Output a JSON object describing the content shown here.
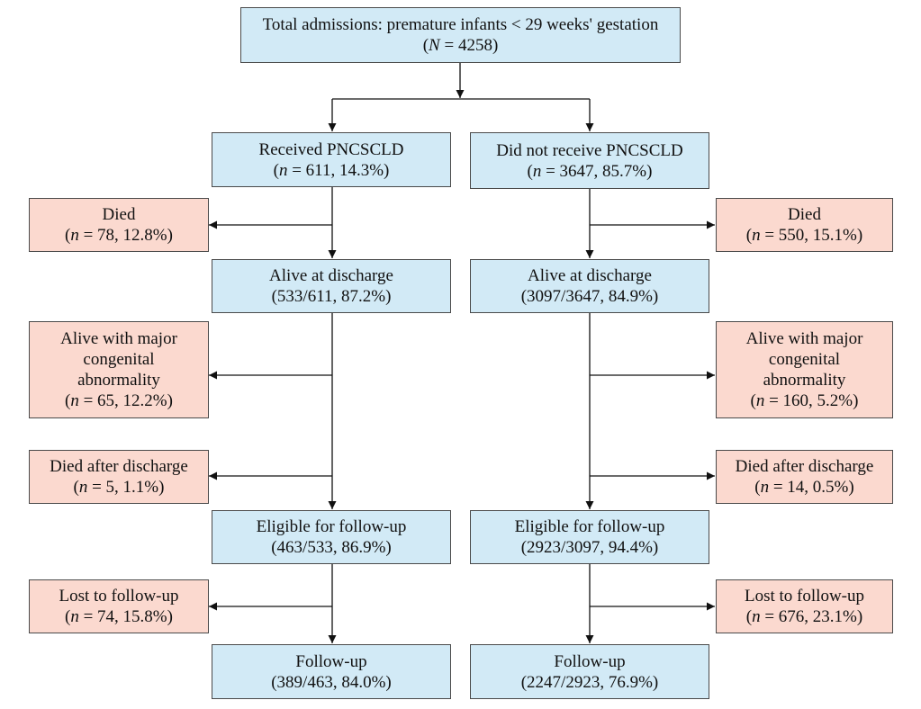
{
  "flowchart": {
    "top": {
      "line1": "Total admissions: premature infants < 29 weeks' gestation",
      "stat_sym": "N",
      "stat_rest": " = 4258"
    },
    "left": {
      "group": {
        "line1": "Received PNCSCLD",
        "stat_sym": "n",
        "stat_rest": " = 611, 14.3%"
      },
      "died": {
        "line1": "Died",
        "stat_sym": "n",
        "stat_rest": " = 78, 12.8%"
      },
      "alive": {
        "line1": "Alive at discharge",
        "stat": "(533/611, 87.2%)"
      },
      "abnormality": {
        "line1": "Alive with major",
        "line2": "congenital",
        "line3": "abnormality",
        "stat_sym": "n",
        "stat_rest": " = 65, 12.2%"
      },
      "died_after": {
        "line1": "Died after discharge",
        "stat_sym": "n",
        "stat_rest": " = 5, 1.1%"
      },
      "eligible": {
        "line1": "Eligible for follow-up",
        "stat": "(463/533, 86.9%)"
      },
      "lost": {
        "line1": "Lost to follow-up",
        "stat_sym": "n",
        "stat_rest": " = 74, 15.8%"
      },
      "followup": {
        "line1": "Follow-up",
        "stat": "(389/463, 84.0%)"
      }
    },
    "right": {
      "group": {
        "line1": "Did not receive PNCSCLD",
        "stat_sym": "n",
        "stat_rest": " = 3647, 85.7%"
      },
      "died": {
        "line1": "Died",
        "stat_sym": "n",
        "stat_rest": " = 550, 15.1%"
      },
      "alive": {
        "line1": "Alive at discharge",
        "stat": "(3097/3647, 84.9%)"
      },
      "abnormality": {
        "line1": "Alive with major",
        "line2": "congenital",
        "line3": "abnormality",
        "stat_sym": "n",
        "stat_rest": " = 160, 5.2%"
      },
      "died_after": {
        "line1": "Died after discharge",
        "stat_sym": "n",
        "stat_rest": " = 14, 0.5%"
      },
      "eligible": {
        "line1": "Eligible for follow-up",
        "stat": "(2923/3097, 94.4%)"
      },
      "lost": {
        "line1": "Lost to follow-up",
        "stat_sym": "n",
        "stat_rest": " = 676, 23.1%"
      },
      "followup": {
        "line1": "Follow-up",
        "stat": "(2247/2923, 76.9%)"
      }
    }
  }
}
